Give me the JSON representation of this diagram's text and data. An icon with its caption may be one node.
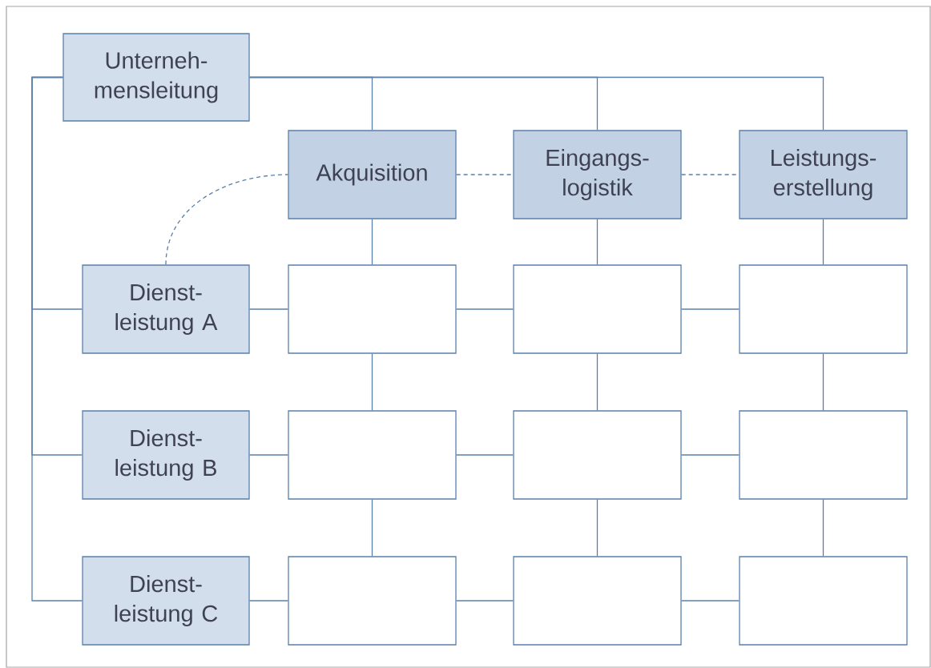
{
  "diagram": {
    "nodes": [
      {
        "text": [
          "Unterneh- mensleitung"
        ]
      },
      {
        "text": [
          "Akquisition"
        ]
      },
      {
        "text": [
          "Eingangs- logistik"
        ]
      },
      {
        "text": [
          "Leistungs- erstellung"
        ]
      },
      {
        "text": [
          "Dienst- leistung A"
        ]
      },
      {
        "text": [],
        "shape": "box"
      },
      {
        "text": [],
        "shape": "box"
      },
      {
        "text": [],
        "shape": "box"
      },
      {
        "text": [
          "Dienst- leistung B"
        ]
      },
      {
        "text": [],
        "shape": "box"
      },
      {
        "text": [],
        "shape": "box"
      },
      {
        "text": [],
        "shape": "box"
      },
      {
        "text": [
          "Dienst- leistung C"
        ]
      },
      {
        "text": [],
        "shape": "box"
      },
      {
        "text": [],
        "shape": "box"
      },
      {
        "text": [],
        "shape": "box"
      }
    ],
    "edges": [
      {
        "from": 0,
        "to": 1,
        "arrow": "none"
      },
      {
        "from": 0,
        "to": 2,
        "arrow": "none"
      },
      {
        "from": 0,
        "to": 3,
        "arrow": "none"
      },
      {
        "from": 0,
        "to": 4,
        "arrow": "none"
      },
      {
        "from": 0,
        "to": 8,
        "arrow": "none"
      },
      {
        "from": 0,
        "to": 12,
        "arrow": "none"
      },
      {
        "from": 4,
        "to": 1,
        "arrow": "none",
        "style": "dashed"
      },
      {
        "from": 1,
        "to": 2,
        "arrow": "none",
        "style": "dashed"
      },
      {
        "from": 2,
        "to": 3,
        "arrow": "none",
        "style": "dashed"
      },
      {
        "from": 1,
        "to": 5,
        "arrow": "none"
      },
      {
        "from": 5,
        "to": 9,
        "arrow": "none"
      },
      {
        "from": 9,
        "to": 13,
        "arrow": "none"
      },
      {
        "from": 2,
        "to": 6,
        "arrow": "none"
      },
      {
        "from": 6,
        "to": 10,
        "arrow": "none"
      },
      {
        "from": 10,
        "to": 14,
        "arrow": "none"
      },
      {
        "from": 3,
        "to": 7,
        "arrow": "none"
      },
      {
        "from": 7,
        "to": 11,
        "arrow": "none"
      },
      {
        "from": 11,
        "to": 15,
        "arrow": "none"
      },
      {
        "from": 4,
        "to": 5,
        "arrow": "none"
      },
      {
        "from": 5,
        "to": 6,
        "arrow": "none"
      },
      {
        "from": 6,
        "to": 7,
        "arrow": "none"
      },
      {
        "from": 8,
        "to": 9,
        "arrow": "none"
      },
      {
        "from": 9,
        "to": 10,
        "arrow": "none"
      },
      {
        "from": 10,
        "to": 11,
        "arrow": "none"
      },
      {
        "from": 12,
        "to": 13,
        "arrow": "none"
      },
      {
        "from": 13,
        "to": 14,
        "arrow": "none"
      },
      {
        "from": 14,
        "to": 15,
        "arrow": "none"
      }
    ]
  }
}
